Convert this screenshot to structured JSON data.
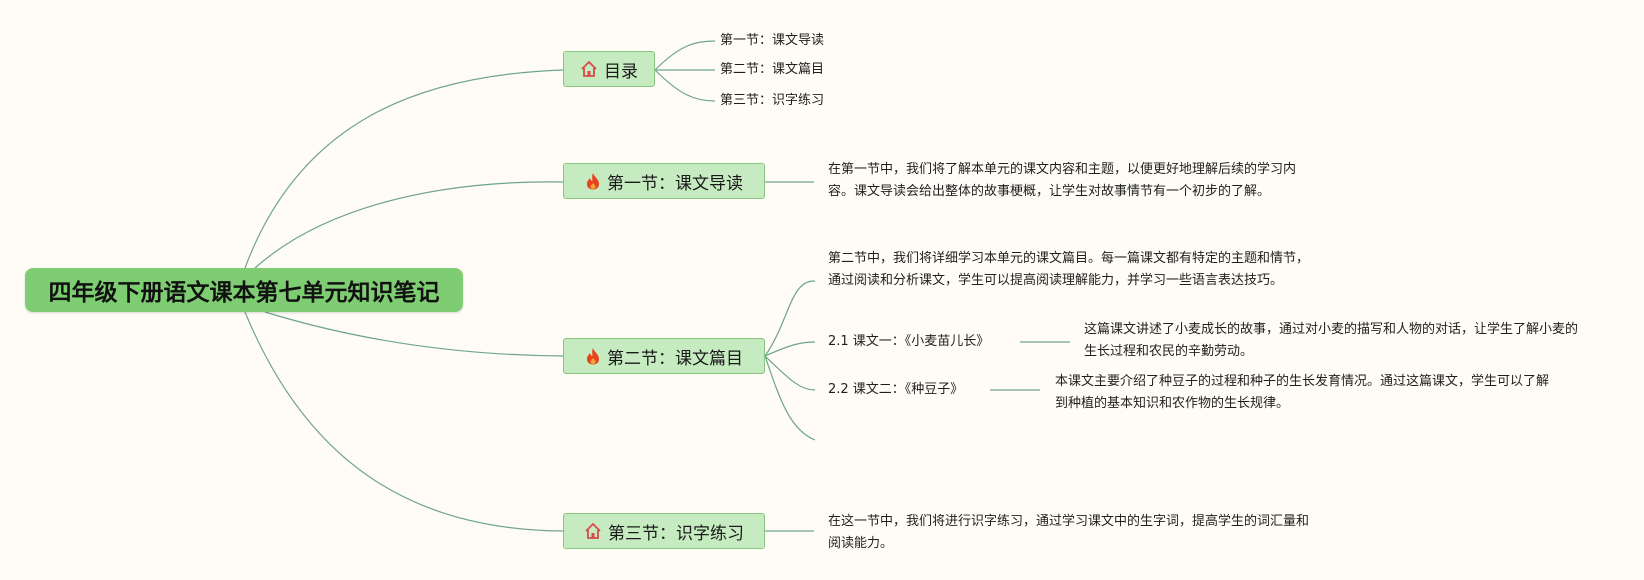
{
  "root": {
    "title": "四年级下册语文课本第七单元知识笔记"
  },
  "nodes": {
    "toc": {
      "label": "目录",
      "icon": "home-icon",
      "children": [
        "第一节：课文导读",
        "第二节：课文篇目",
        "第三节：识字练习"
      ]
    },
    "section1": {
      "label": "第一节：课文导读",
      "icon": "fire-icon",
      "text": "在第一节中，我们将了解本单元的课文内容和主题，以便更好地理解后续的学习内容。课文导读会给出整体的故事梗概，让学生对故事情节有一个初步的了解。"
    },
    "section2": {
      "label": "第二节：课文篇目",
      "icon": "fire-icon",
      "text": "第二节中，我们将详细学习本单元的课文篇目。每一篇课文都有特定的主题和情节，通过阅读和分析课文，学生可以提高阅读理解能力，并学习一些语言表达技巧。",
      "lesson1": {
        "label": "2.1 课文一：《小麦苗儿长》",
        "text": "这篇课文讲述了小麦成长的故事，通过对小麦的描写和人物的对话，让学生了解小麦的生长过程和农民的辛勤劳动。"
      },
      "lesson2": {
        "label": "2.2 课文二：《种豆子》",
        "text": "本课文主要介绍了种豆子的过程和种子的生长发育情况。通过这篇课文，学生可以了解到种植的基本知识和农作物的生长规律。"
      }
    },
    "section3": {
      "label": "第三节：识字练习",
      "icon": "home-icon",
      "text": "在这一节中，我们将进行识字练习，通过学习课文中的生字词，提高学生的词汇量和阅读能力。"
    }
  },
  "colors": {
    "background": "#fefcf4",
    "root_fill": "#7fcd72",
    "node_fill": "#c6ebc0",
    "node_border": "#8ac483",
    "connector": "#6fa58a",
    "home_icon": "#d94a4a",
    "fire_icon": "#e8421e"
  }
}
